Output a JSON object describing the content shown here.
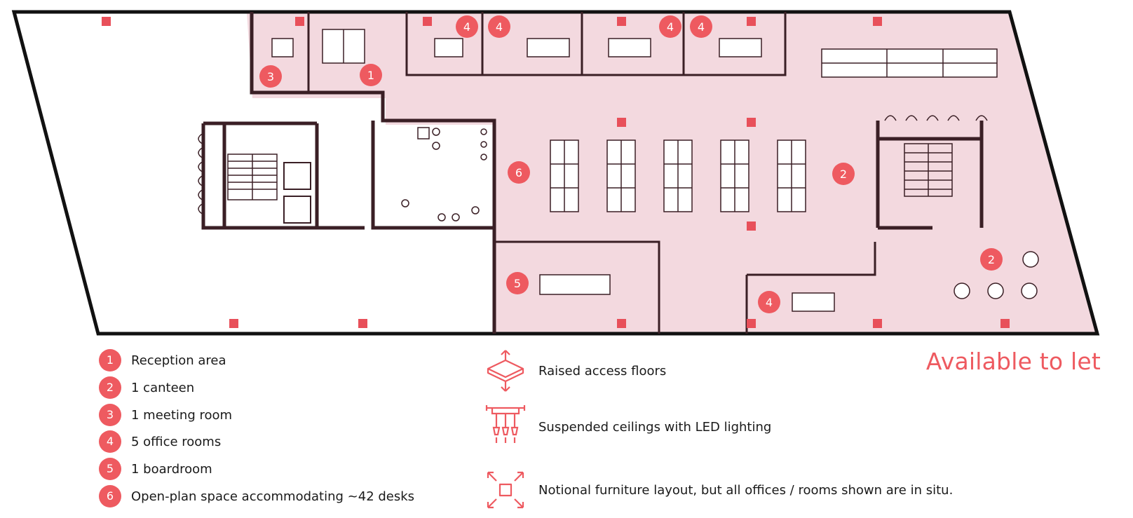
{
  "plan": {
    "badges": [
      "3",
      "1",
      "4",
      "4",
      "4",
      "4",
      "6",
      "2",
      "5",
      "4",
      "2"
    ]
  },
  "legend": [
    {
      "number": "1",
      "label": "Reception area"
    },
    {
      "number": "2",
      "label": "1 canteen"
    },
    {
      "number": "3",
      "label": "1 meeting room"
    },
    {
      "number": "4",
      "label": "5 office rooms"
    },
    {
      "number": "5",
      "label": "1 boardroom"
    },
    {
      "number": "6",
      "label": "Open-plan space accommodating ~42 desks"
    }
  ],
  "features": [
    {
      "icon": "raised-floor-icon",
      "label": "Raised access floors"
    },
    {
      "icon": "ceiling-light-icon",
      "label": "Suspended ceilings with LED lighting"
    },
    {
      "icon": "furniture-layout-icon",
      "label": "Notional furniture layout, but all offices / rooms shown are in situ."
    }
  ],
  "status": "Available to let",
  "colors": {
    "accent": "#ee5a60",
    "area_fill": "#f3d9df",
    "wall": "#3a1f25",
    "outline": "#111111"
  }
}
